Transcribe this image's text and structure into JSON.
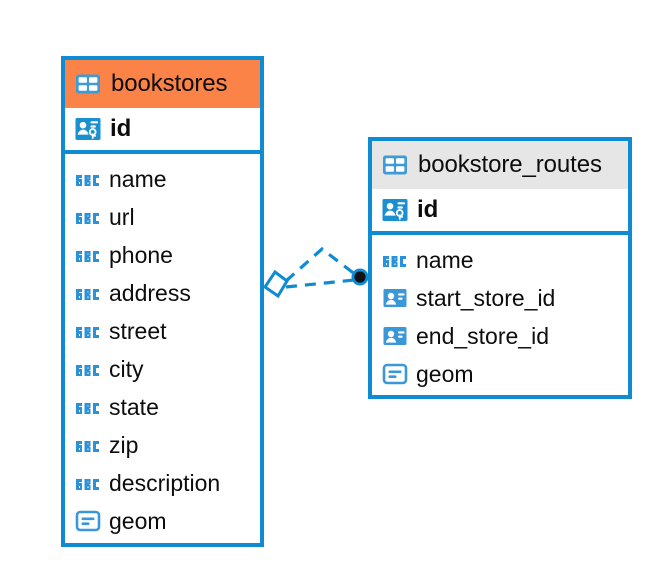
{
  "diagram": {
    "type": "entity-relationship-diagram",
    "background": "#ffffff",
    "accent_color": "#0f8bd4",
    "highlight_color": "#fb8347",
    "neutral_header_color": "#e6e6e6",
    "text_color": "#0d0d0d"
  },
  "tables": [
    {
      "id": "bookstores",
      "name": "bookstores",
      "header_style": "orange",
      "header_icon": "table-icon",
      "primary_key": {
        "name": "id",
        "icon": "primary-key-icon"
      },
      "fields": [
        {
          "name": "name",
          "icon": "abc-text-icon"
        },
        {
          "name": "url",
          "icon": "abc-text-icon"
        },
        {
          "name": "phone",
          "icon": "abc-text-icon"
        },
        {
          "name": "address",
          "icon": "abc-text-icon"
        },
        {
          "name": "street",
          "icon": "abc-text-icon"
        },
        {
          "name": "city",
          "icon": "abc-text-icon"
        },
        {
          "name": "state",
          "icon": "abc-text-icon"
        },
        {
          "name": "zip",
          "icon": "abc-text-icon"
        },
        {
          "name": "description",
          "icon": "abc-text-icon"
        },
        {
          "name": "geom",
          "icon": "geometry-icon"
        }
      ]
    },
    {
      "id": "bookstore_routes",
      "name": "bookstore_routes",
      "header_style": "grey",
      "header_icon": "table-icon",
      "primary_key": {
        "name": "id",
        "icon": "primary-key-icon"
      },
      "fields": [
        {
          "name": "name",
          "icon": "abc-text-icon"
        },
        {
          "name": "start_store_id",
          "icon": "foreign-key-icon"
        },
        {
          "name": "end_store_id",
          "icon": "foreign-key-icon"
        },
        {
          "name": "geom",
          "icon": "geometry-icon"
        }
      ]
    }
  ],
  "relationship": {
    "from_table": "bookstores",
    "to_table": "bookstore_routes",
    "line_style": "dashed",
    "source_marker": "diamond-marker",
    "target_marker": "filled-circle-marker",
    "branches": 2
  }
}
